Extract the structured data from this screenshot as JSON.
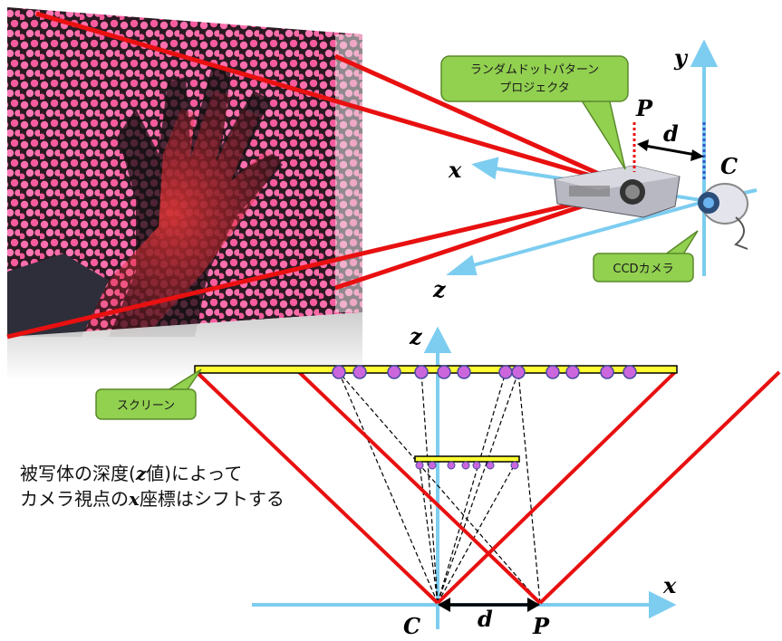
{
  "callouts": {
    "projector_line1": "ランダムドットパターン",
    "projector_line2": "プロジェクタ",
    "camera": "CCDカメラ",
    "screen": "スクリーン"
  },
  "top_axes": {
    "x": "x",
    "y": "y",
    "z": "z",
    "P": "P",
    "C": "C",
    "d": "d"
  },
  "bottom_axes": {
    "z": "z",
    "x": "x",
    "C": "C",
    "P": "P",
    "d": "d"
  },
  "caption": {
    "line1_pre": "被写体の深度(",
    "line1_var": "z",
    "line1_post": "値)によって",
    "line2_pre": "カメラ視点の",
    "line2_var": "x",
    "line2_post": "座標はシフトする"
  },
  "colors": {
    "red": "#e81010",
    "cyan": "#7ccdf0",
    "yellow": "#ffff33",
    "dot": "#cc66dd",
    "callout_fill": "#92d050"
  }
}
